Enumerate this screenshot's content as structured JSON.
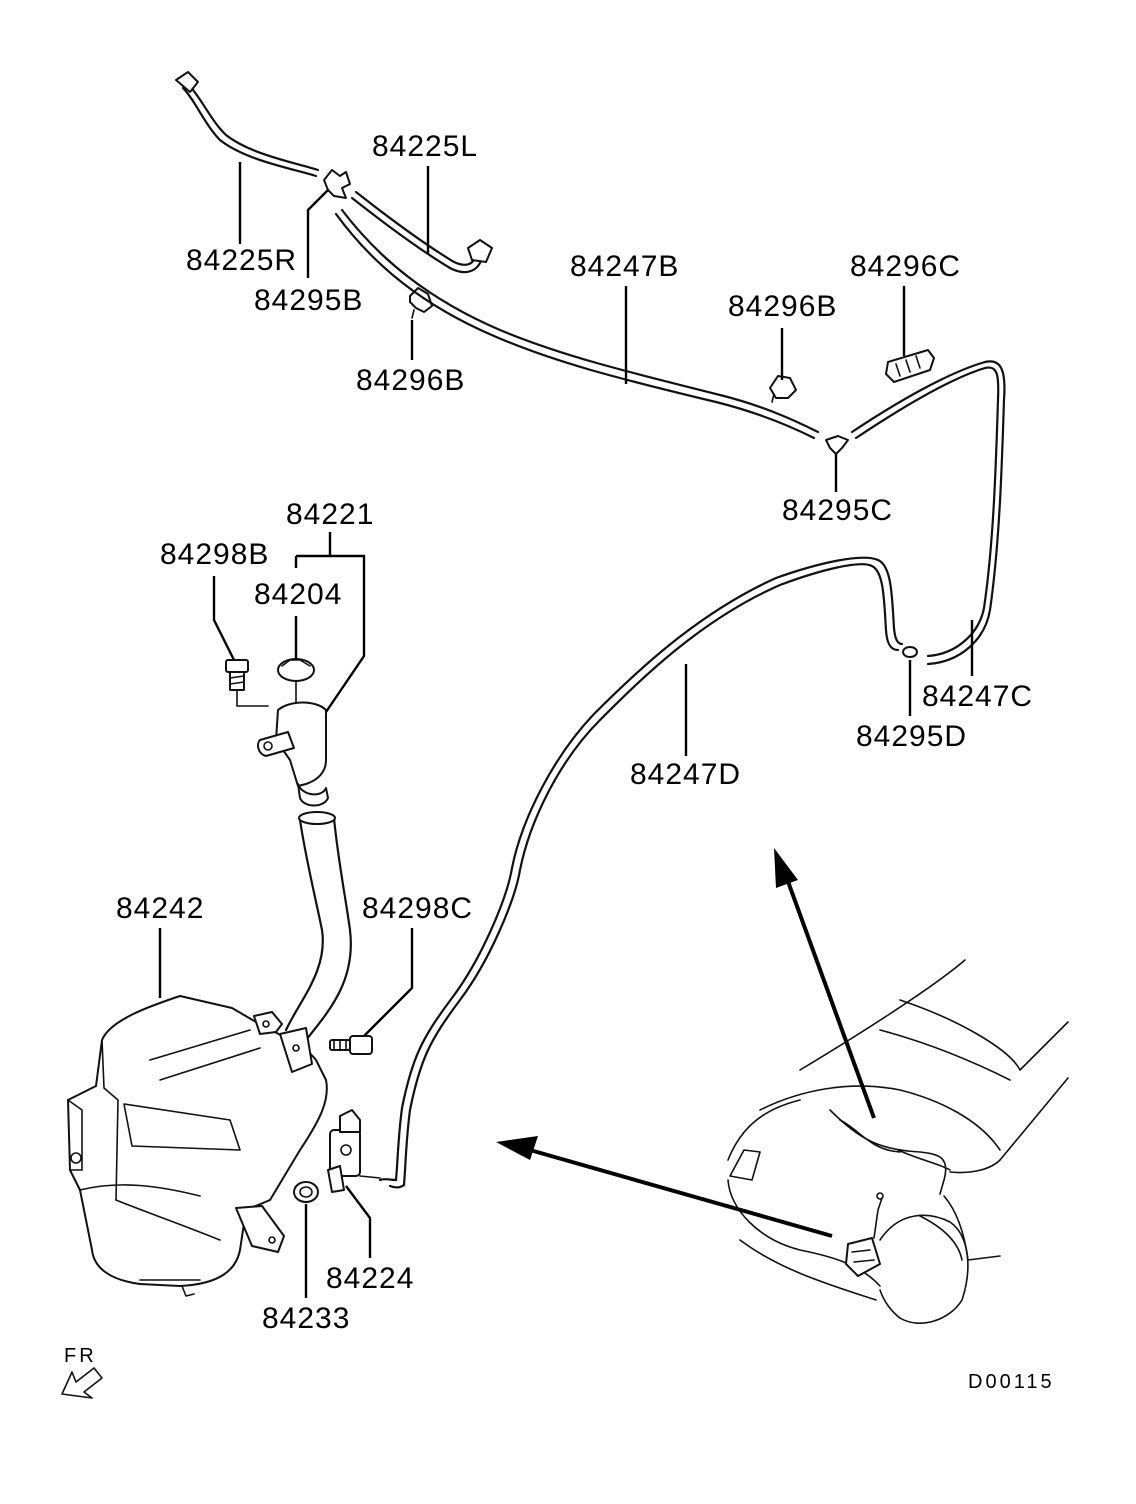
{
  "labels": {
    "p84225L": "84225L",
    "p84225R": "84225R",
    "p84295B": "84295B",
    "p84296B_left": "84296B",
    "p84247B": "84247B",
    "p84296B_right": "84296B",
    "p84296C": "84296C",
    "p84295C": "84295C",
    "p84221": "84221",
    "p84298B": "84298B",
    "p84204": "84204",
    "p84247C": "84247C",
    "p84295D": "84295D",
    "p84247D": "84247D",
    "p84242": "84242",
    "p84298C": "84298C",
    "p84224": "84224",
    "p84233": "84233",
    "front_marker": "FR",
    "drawing_id": "D00115"
  }
}
